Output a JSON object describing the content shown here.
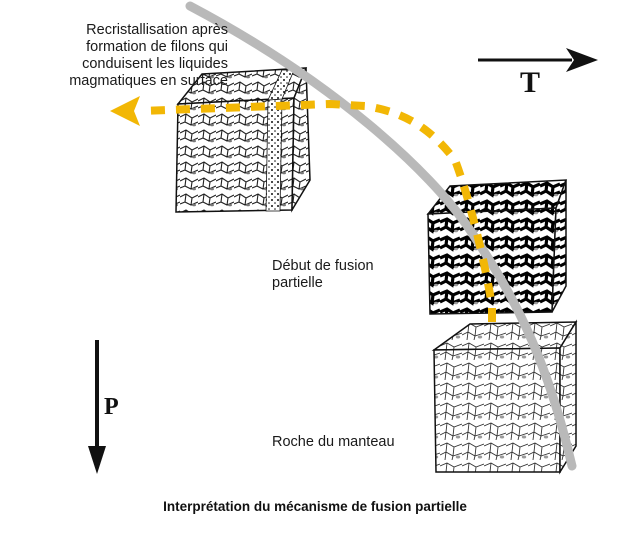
{
  "labels": {
    "recristallisation_l1": "Recristallisation après",
    "recristallisation_l2": "formation de filons qui",
    "recristallisation_l3": "conduisent les liquides",
    "recristallisation_l4": "magmatiques en surface",
    "debut_fusion_l1": "Début de fusion",
    "debut_fusion_l2": "partielle",
    "roche_manteau": "Roche du manteau"
  },
  "axes": {
    "temperature": "T",
    "pressure": "P"
  },
  "caption": "Interprétation du mécanisme de fusion partielle",
  "colors": {
    "magma_path": "#f2b705",
    "geotherm": "#b9b9b9",
    "rock_outline": "#111111",
    "melt": "#000000"
  },
  "icons": [
    "arrow-right-icon",
    "arrow-down-icon",
    "dashed-arrow-left-icon"
  ]
}
